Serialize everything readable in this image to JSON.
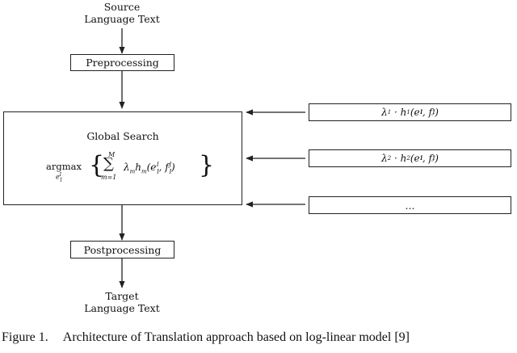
{
  "source_label": [
    "Source",
    "Language Text"
  ],
  "target_label": [
    "Target",
    "Language Text"
  ],
  "preprocessing": "Preprocessing",
  "postprocessing": "Postprocessing",
  "global_search": {
    "title": "Global Search",
    "argmax": "argmax",
    "argmax_sub": "e",
    "sum_upper": "M",
    "sum_lower": "m=1"
  },
  "features": [
    {
      "lambda_sub": "1",
      "h_sub": "1"
    },
    {
      "lambda_sub": "2",
      "h_sub": "2"
    },
    {
      "ellipsis": "..."
    }
  ],
  "caption": {
    "number": "Figure 1.",
    "text": "Architecture of Translation approach based on log-linear model [9]"
  }
}
